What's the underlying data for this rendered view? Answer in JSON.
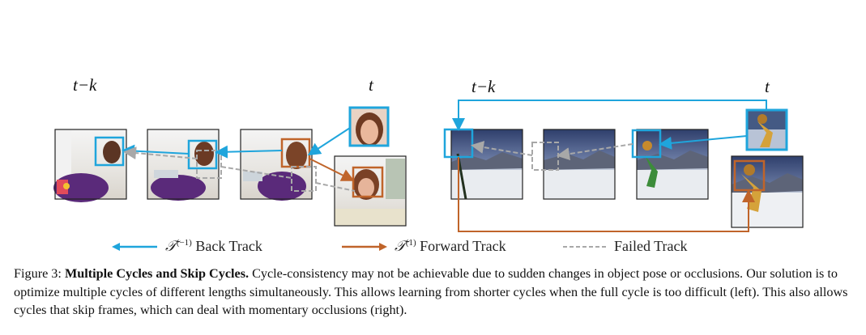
{
  "labels": {
    "left_tk": "t−k",
    "left_t": "t",
    "right_tk": "t−k",
    "right_t": "t"
  },
  "legend": {
    "back_symbol": "𝒯",
    "back_sup": "(−1)",
    "back_label": "Back Track",
    "forward_symbol": "𝒯",
    "forward_sup": "(1)",
    "forward_label": "Forward Track",
    "failed_label": "Failed Track"
  },
  "caption": {
    "figure_no": "Figure 3: ",
    "title": "Multiple Cycles and Skip Cycles.",
    "body": " Cycle-consistency may not be achievable due to sudden changes in object pose or occlusions. Our solution is to optimize multiple cycles of different lengths simultaneously. This allows learning from shorter cycles when the full cycle is too difficult (left). This also allows cycles that skip frames, which can deal with momentary occlusions (right)."
  },
  "colors": {
    "back_track": "#1fa5dc",
    "forward_track": "#c0642a",
    "failed_track": "#a8a8a8"
  }
}
